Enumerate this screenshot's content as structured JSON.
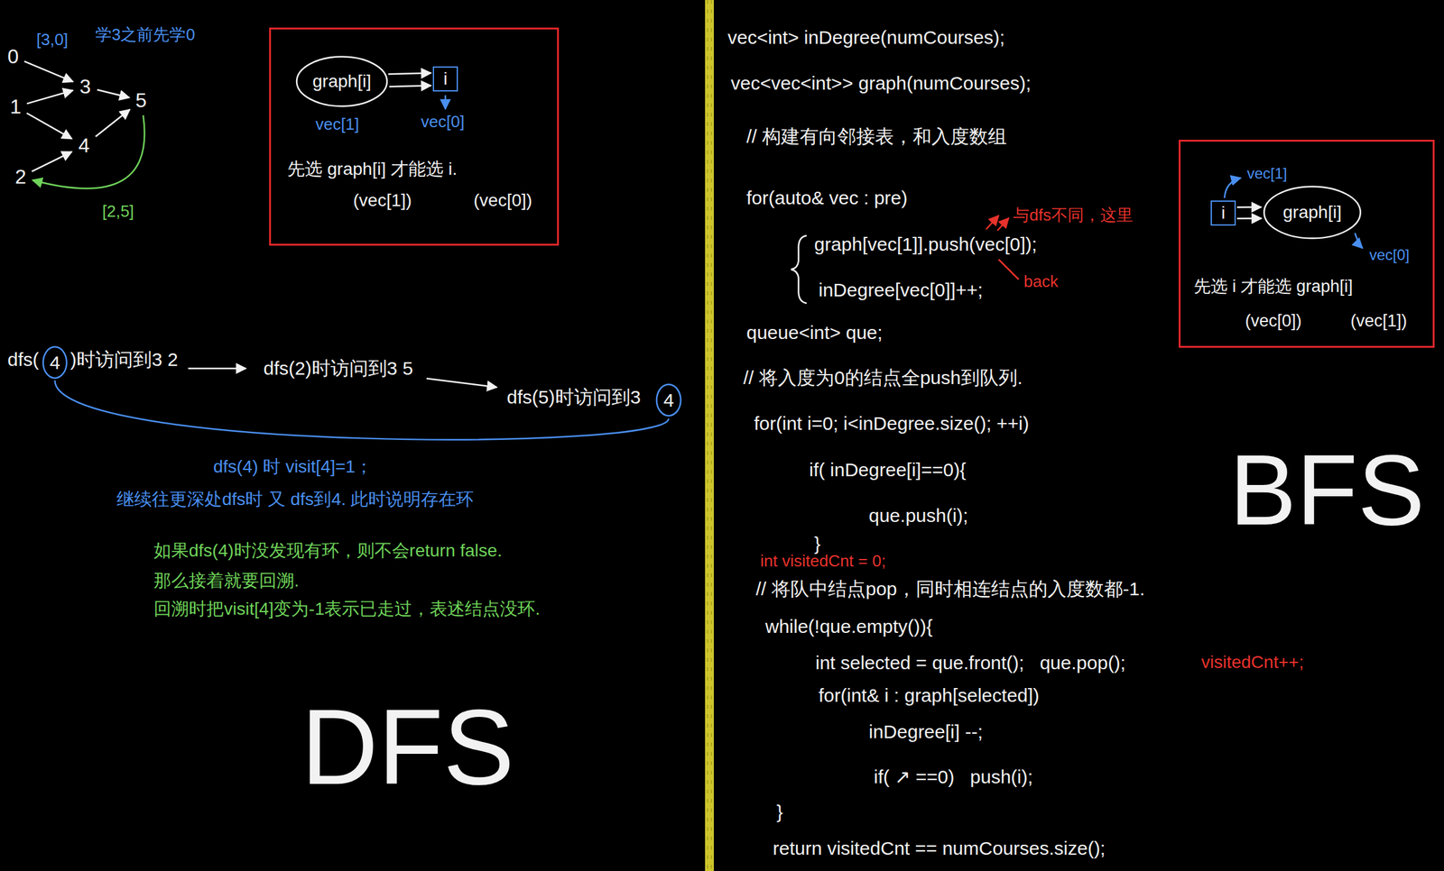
{
  "diagram": {
    "nodes": [
      {
        "text": [
          "0"
        ]
      },
      {
        "text": [
          "1"
        ]
      },
      {
        "text": [
          "2"
        ]
      },
      {
        "text": [
          "3"
        ]
      },
      {
        "text": [
          "4"
        ]
      },
      {
        "text": [
          "5"
        ]
      },
      {
        "text": [
          "vec[1]",
          "vec[0]",
          "先选 graph[i] 才能选 i.",
          "(vec[1])",
          "(vec[0])"
        ]
      },
      {
        "text": [
          "graph[i]"
        ],
        "in": 6
      },
      {
        "text": [
          "i"
        ],
        "in": 6
      },
      {
        "text": [
          "4"
        ]
      },
      {
        "text": [
          "4"
        ]
      },
      {
        "text": [
          "vec[1]",
          "vec[0]",
          "先选 i 才能选 graph[i]",
          "(vec[0])",
          "(vec[1])"
        ]
      },
      {
        "text": [
          "i"
        ],
        "in": 11
      },
      {
        "text": [
          "graph[i]"
        ],
        "in": 11
      }
    ],
    "edges": [
      {
        "from": 0,
        "to": 3,
        "arrow": "to"
      },
      {
        "from": 1,
        "to": 3,
        "arrow": "to"
      },
      {
        "from": 3,
        "to": 5,
        "arrow": "to"
      },
      {
        "from": 1,
        "to": 4,
        "arrow": "to"
      },
      {
        "from": 2,
        "to": 4,
        "arrow": "to"
      },
      {
        "from": 4,
        "to": 5,
        "arrow": "to"
      },
      {
        "from": 5,
        "to": 2,
        "label": "[2,5]",
        "arrow": "to"
      },
      {
        "from": 7,
        "to": 8,
        "arrow": "to"
      },
      {
        "from": 7,
        "to": 8,
        "arrow": "to"
      },
      {
        "from": 9,
        "to": 10,
        "arrow": "none"
      },
      {
        "from": 12,
        "to": 13,
        "arrow": "to"
      },
      {
        "from": 12,
        "to": 13,
        "arrow": "to"
      }
    ],
    "labels": [
      "[3,0]",
      "学3之前先学0",
      "dfs(",
      ")时访问到3 2",
      "dfs(2)时访问到3 5",
      "dfs(5)时访问到3",
      "dfs(4) 时 visit[4]=1；",
      "继续往更深处dfs时 又 dfs到4. 此时说明存在环",
      "如果dfs(4)时没发现有环，则不会return false.",
      "那么接着就要回溯.",
      "回溯时把visit[4]变为-1表示已走过，表述结点没环.",
      "DFS",
      "vec<int> inDegree(numCourses);",
      "vec<vec<int>> graph(numCourses);",
      "// 构建有向邻接表，和入度数组",
      "for(auto& vec : pre)",
      "graph[vec[1]].push(vec[0]);",
      "inDegree[vec[0]]++;",
      "back",
      "与dfs不同，这里",
      "queue<int> que;",
      "// 将入度为0的结点全push到队列.",
      "for(int i=0; i<inDegree.size(); ++i)",
      "if( inDegree[i]==0){",
      "que.push(i);",
      "}",
      "int visitedCnt = 0;",
      "// 将队中结点pop，同时相连结点的入度数都-1.",
      "while(!que.empty()){",
      "int selected = que.front();   que.pop();",
      "visitedCnt++;",
      "for(int& i : graph[selected])",
      "inDegree[i] --;",
      "if( ↗ ==0)   push(i);",
      "}",
      "return visitedCnt == numCourses.size();",
      "BFS"
    ]
  }
}
